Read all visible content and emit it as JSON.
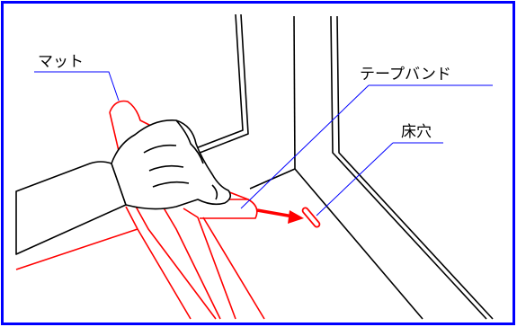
{
  "labels": {
    "mat": "マット",
    "tape_band": "テープバンド",
    "floor_hole": "床穴"
  },
  "colors": {
    "border": "#0000ff",
    "leader": "#0000ff",
    "red_outline": "#ff0000",
    "arrow": "#ff0000",
    "ink": "#000000"
  }
}
